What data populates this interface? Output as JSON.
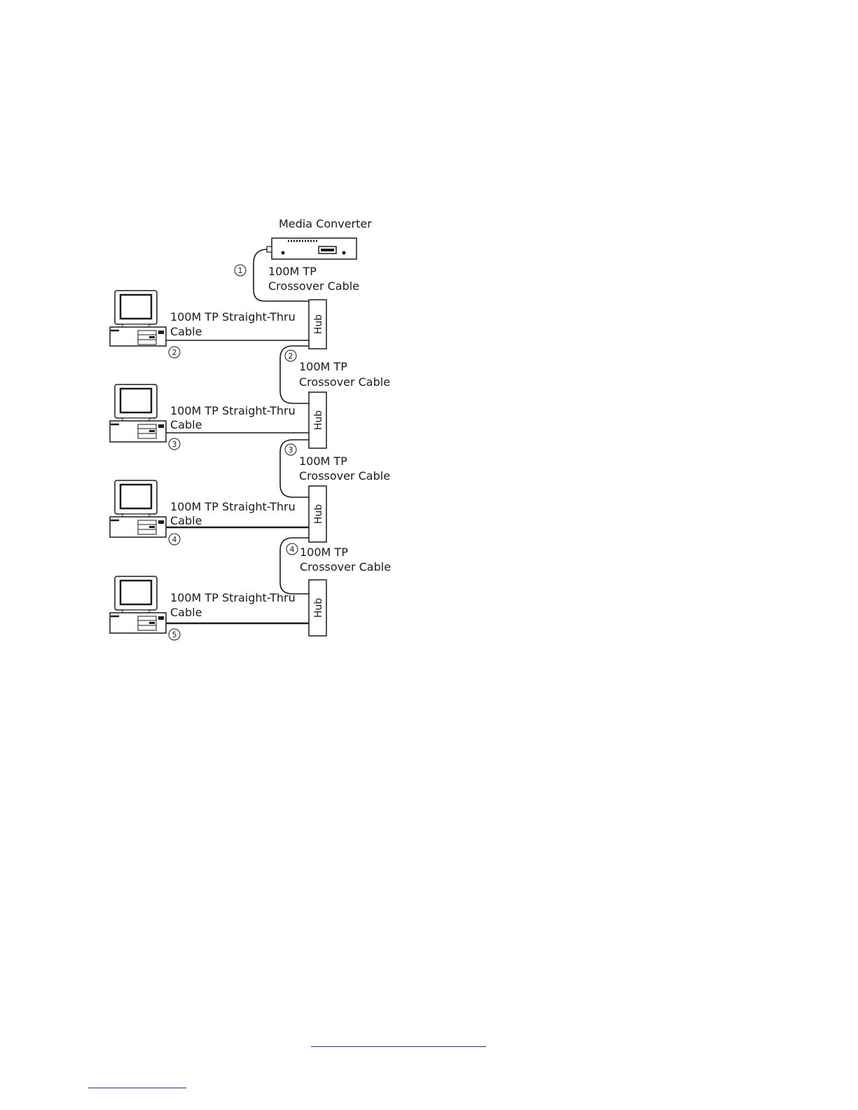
{
  "media_converter": {
    "label": "Media Converter"
  },
  "crossover_cables": [
    {
      "number": "1",
      "line1": "100M TP",
      "line2": "Crossover Cable"
    },
    {
      "number": "2",
      "line1": "100M TP",
      "line2": "Crossover Cable"
    },
    {
      "number": "3",
      "line1": "100M TP",
      "line2": "Crossover Cable"
    },
    {
      "number": "4",
      "line1": "100M TP",
      "line2": "Crossover Cable"
    }
  ],
  "hubs": [
    {
      "label": "Hub"
    },
    {
      "label": "Hub"
    },
    {
      "label": "Hub"
    },
    {
      "label": "Hub"
    }
  ],
  "workstations": [
    {
      "number": "2",
      "line1": "100M TP Straight-Thru",
      "line2": "Cable"
    },
    {
      "number": "3",
      "line1": "100M TP Straight-Thru",
      "line2": "Cable"
    },
    {
      "number": "4",
      "line1": "100M TP Straight-Thru",
      "line2": "Cable"
    },
    {
      "number": "5",
      "line1": "100M TP Straight-Thru",
      "line2": "Cable"
    }
  ]
}
